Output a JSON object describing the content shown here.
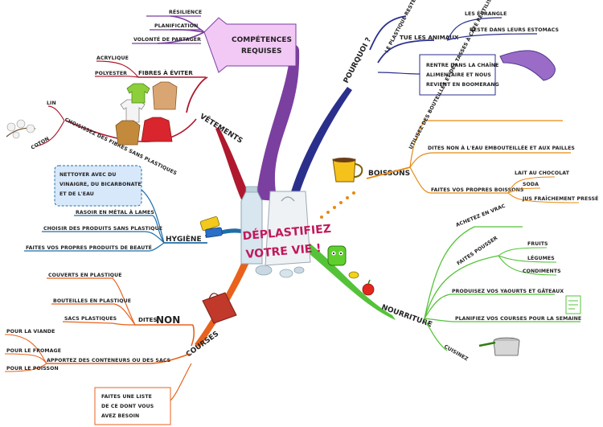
{
  "center": {
    "line1": "DÉPLASTIFIEZ",
    "line2": "VOTRE VIE !",
    "color": "#c2185b"
  },
  "colors": {
    "competences": "#7b3fa0",
    "pourquoi": "#2b2f8c",
    "vetements": "#b0182e",
    "hygiene": "#1f6ea8",
    "boissons": "#e88a12",
    "nourriture": "#55c33a",
    "courses": "#e8621e"
  },
  "competences": {
    "title_line1": "COMPÉTENCES",
    "title_line2": "REQUISES",
    "items": [
      "RÉSILIENCE",
      "PLANIFICATION",
      "VOLONTÉ DE PARTAGER"
    ]
  },
  "pourquoi": {
    "title": "POURQUOI ?",
    "sub1": "LE PLASTIQUE RESTE POUR TOUJOURS",
    "sub2": "TUE LES ANIMAUX",
    "sub2_items": [
      "LES ÉTRANGLE",
      "RESTE DANS LEURS ESTOMACS"
    ],
    "note": [
      "RENTRE DANS LA CHAÎNE",
      "ALIMENTAIRE ET NOUS",
      "REVIENT EN BOOMERANG"
    ]
  },
  "vetements": {
    "title": "VÊTEMENTS",
    "avoid": "FIBRES À ÉVITER",
    "avoid_items": [
      "ACRYLIQUE",
      "POLYESTER"
    ],
    "choose": "CHOISISSEZ DES FIBRES SANS PLASTIQUES",
    "choose_items": [
      "LIN",
      "COTON"
    ]
  },
  "hygiene": {
    "title": "HYGIÈNE",
    "note": [
      "NETTOYER AVEC DU",
      "VINAIGRE, DU BICARBONATE",
      "ET DE L'EAU"
    ],
    "items": [
      "RASOIR EN MÉTAL À LAMES",
      "CHOISIR DES PRODUITS SANS PLASTIQUE",
      "FAITES VOS PROPRES PRODUITS DE BEAUTÉ"
    ]
  },
  "boissons": {
    "title": "BOISSONS",
    "items": [
      "UTILISEZ DES BOUTEILLES ET DES TASSES À CAFÉ RÉUTILISABLES",
      "DITES NON À L'EAU EMBOUTEILLÉE ET AUX PAILLES",
      "FAITES VOS PROPRES BOISSONS"
    ],
    "sub_items": [
      "LAIT AU CHOCOLAT",
      "SODA",
      "JUS FRAÎCHEMENT PRESSÉ"
    ]
  },
  "nourriture": {
    "title": "NOURRITURE",
    "items": [
      "ACHETEZ EN VRAC",
      "FAITES POUSSER",
      "PRODUISEZ VOS YAOURTS ET GÂTEAUX",
      "PLANIFIEZ VOS COURSES POUR LA SEMAINE",
      "CUISINEZ"
    ],
    "grow_items": [
      "FRUITS",
      "LÉGUMES",
      "CONDIMENTS"
    ]
  },
  "courses": {
    "title": "COURSES",
    "say_no_1": "DITES",
    "say_no_2": "NON",
    "no_items": [
      "COUVERTS EN PLASTIQUE",
      "BOUTEILLES EN PLASTIQUE",
      "SACS PLASTIQUES"
    ],
    "bring": "APPORTEZ DES CONTENEURS OU DES SACS",
    "bring_items": [
      "POUR LA VIANDE",
      "POUR LE FROMAGE",
      "POUR LE POISSON"
    ],
    "note": [
      "FAITES UNE LISTE",
      "DE CE DONT VOUS",
      "AVEZ BESOIN"
    ]
  }
}
